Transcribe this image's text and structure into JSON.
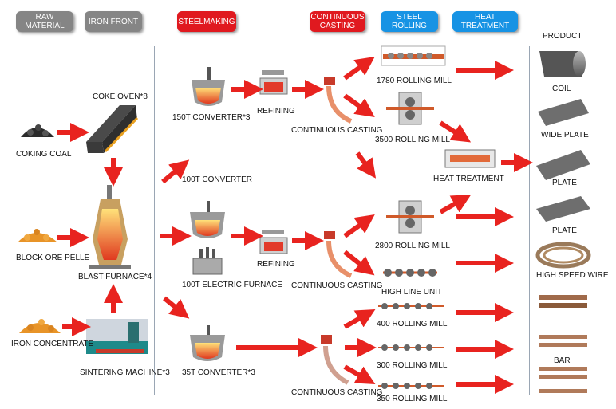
{
  "headers": {
    "raw_material": "RAW MATERIAL",
    "iron_front": "IRON FRONT",
    "steelmaking": "STEELMAKING",
    "continuous_casting_l1": "CONTINUOUS",
    "continuous_casting_l2": "CASTING",
    "steel_rolling": "STEEL ROLLING",
    "heat_treatment": "HEAT TREATMENT",
    "product": "PRODUCT"
  },
  "raw": {
    "coking_coal": "COKING COAL",
    "block_ore": "BLOCK ORE PELLE",
    "iron_concentrate": "IRON CONCENTRATE"
  },
  "iron": {
    "coke_oven": "COKE OVEN*8",
    "blast_furnace": "BLAST FURNACE*4",
    "sintering": "SINTERING MACHINE*3"
  },
  "steel": {
    "conv150": "150T CONVERTER*3",
    "conv100": "100T CONVERTER",
    "elec100": "100T  ELECTRIC FURNACE",
    "conv35": "35T CONVERTER*3",
    "refining1": "REFINING",
    "refining2": "REFINING"
  },
  "casting": {
    "cc1": "CONTINUOUS CASTING",
    "cc2": "CONTINUOUS CASTING",
    "cc3": "CONTINUOUS CASTING"
  },
  "rolling": {
    "m1780": "1780 ROLLING MILL",
    "m3500": "3500 ROLLING MILL",
    "heat": "HEAT TREATMENT",
    "m2800": "2800 ROLLING MILL",
    "high_line": "HIGH LINE UNIT",
    "m400": "400 ROLLING MILL",
    "m300": "300 ROLLING MILL",
    "m350": "350 ROLLING MILL"
  },
  "products": {
    "coil": "COIL",
    "wide_plate": "WIDE PLATE",
    "plate1": "PLATE",
    "plate2": "PLATE",
    "hs_wire": "HIGH SPEED WIRE",
    "bar": "BAR"
  },
  "colors": {
    "arrow_red": "#e8231f",
    "header_gray": "#858585",
    "header_red": "#e0191f",
    "header_blue": "#1793e4"
  }
}
